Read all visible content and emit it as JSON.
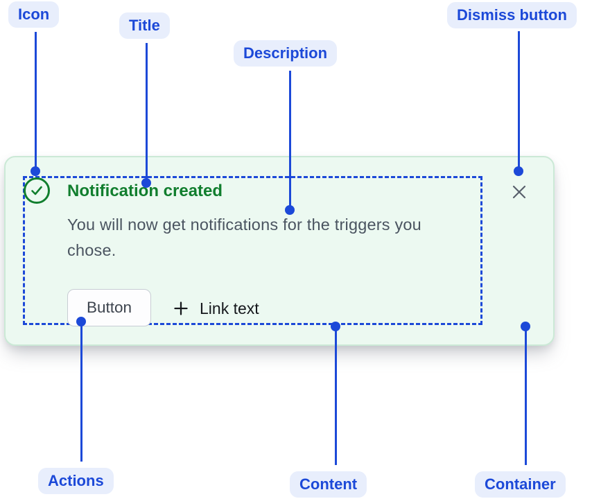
{
  "annotations": {
    "icon": {
      "label": "Icon"
    },
    "title": {
      "label": "Title"
    },
    "description": {
      "label": "Description"
    },
    "dismiss": {
      "label": "Dismiss button"
    },
    "actions": {
      "label": "Actions"
    },
    "content": {
      "label": "Content"
    },
    "container": {
      "label": "Container"
    }
  },
  "notification": {
    "title": "Notification created",
    "description": "You will now get notifications for the triggers you chose.",
    "button_label": "Button",
    "link_label": "Link text",
    "status_icon": "check-circle-icon",
    "dismiss_icon": "close-icon",
    "link_icon": "plus-icon"
  },
  "colors": {
    "annotation_blue": "#1c49d8",
    "annotation_pill_bg": "#e8eefc",
    "success_green": "#117e2e",
    "card_bg": "#ecf9f1",
    "card_border": "#cbe9d6",
    "description_gray": "#4a5460",
    "link_text": "#15181c",
    "dismiss_gray": "#58606c"
  }
}
